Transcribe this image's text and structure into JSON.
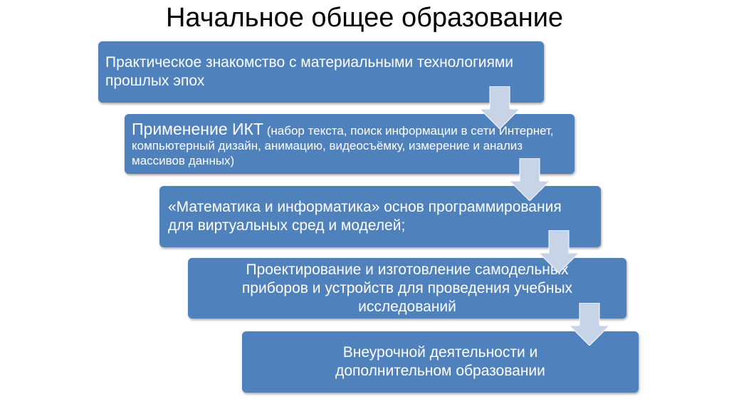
{
  "title": "Начальное общее образование",
  "steps": [
    {
      "text": "Практическое знакомство с материальными технологиями прошлых эпох"
    },
    {
      "lead": "Применение ИКТ",
      "detail": " (набор текста, поиск информации в сети Интернет, компьютерный дизайн, анимацию, видеосъёмку, измерение и анализ массивов данных)"
    },
    {
      "text": "«Математика и информатика» основ программирования для виртуальных сред и моделей;"
    },
    {
      "text": "Проектирование и изготовление самодельных приборов и устройств для проведения учебных исследований"
    },
    {
      "text": "Внеурочной деятельности и дополнительном образовании"
    }
  ],
  "colors": {
    "box_fill": "#4f81bd",
    "arrow_fill": "#c7d3e6",
    "text": "#ffffff"
  }
}
